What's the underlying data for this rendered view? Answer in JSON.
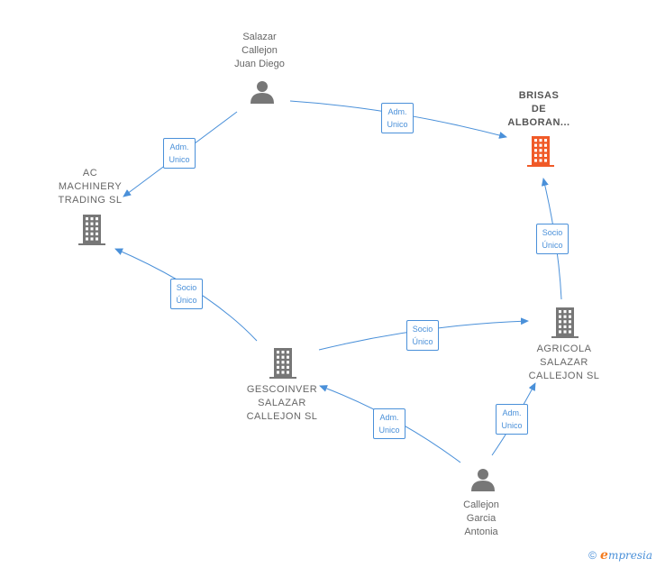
{
  "colors": {
    "edge": "#4a90d9",
    "company": "#777777",
    "highlight": "#f05a28",
    "person": "#777777"
  },
  "nodes": {
    "salazar_callejon_juan_diego": {
      "label": "Salazar\nCallejon\nJuan Diego",
      "type": "person"
    },
    "brisas_de_alboran": {
      "label": "BRISAS\nDE\nALBORAN...",
      "type": "company-highlight"
    },
    "ac_machinery_trading": {
      "label": "AC\nMACHINERY\nTRADING SL",
      "type": "company"
    },
    "agricola_salazar_callejon": {
      "label": "AGRICOLA\nSALAZAR\nCALLEJON SL",
      "type": "company"
    },
    "gescoinver_salazar_callejon": {
      "label": "GESCOINVER\nSALAZAR\nCALLEJON SL",
      "type": "company"
    },
    "callejon_garcia_antonia": {
      "label": "Callejon\nGarcia\nAntonia",
      "type": "person"
    }
  },
  "edges": [
    {
      "from": "salazar_callejon_juan_diego",
      "to": "brisas_de_alboran",
      "label": "Adm.\nUnico"
    },
    {
      "from": "salazar_callejon_juan_diego",
      "to": "ac_machinery_trading",
      "label": "Adm.\nUnico"
    },
    {
      "from": "gescoinver_salazar_callejon",
      "to": "ac_machinery_trading",
      "label": "Socio\nÚnico"
    },
    {
      "from": "agricola_salazar_callejon",
      "to": "brisas_de_alboran",
      "label": "Socio\nÚnico"
    },
    {
      "from": "gescoinver_salazar_callejon",
      "to": "agricola_salazar_callejon",
      "label": "Socio\nÚnico"
    },
    {
      "from": "callejon_garcia_antonia",
      "to": "gescoinver_salazar_callejon",
      "label": "Adm.\nUnico"
    },
    {
      "from": "callejon_garcia_antonia",
      "to": "agricola_salazar_callejon",
      "label": "Adm.\nUnico"
    }
  ],
  "brand": {
    "copyright": "©",
    "initial": "e",
    "rest": "mpresia"
  }
}
